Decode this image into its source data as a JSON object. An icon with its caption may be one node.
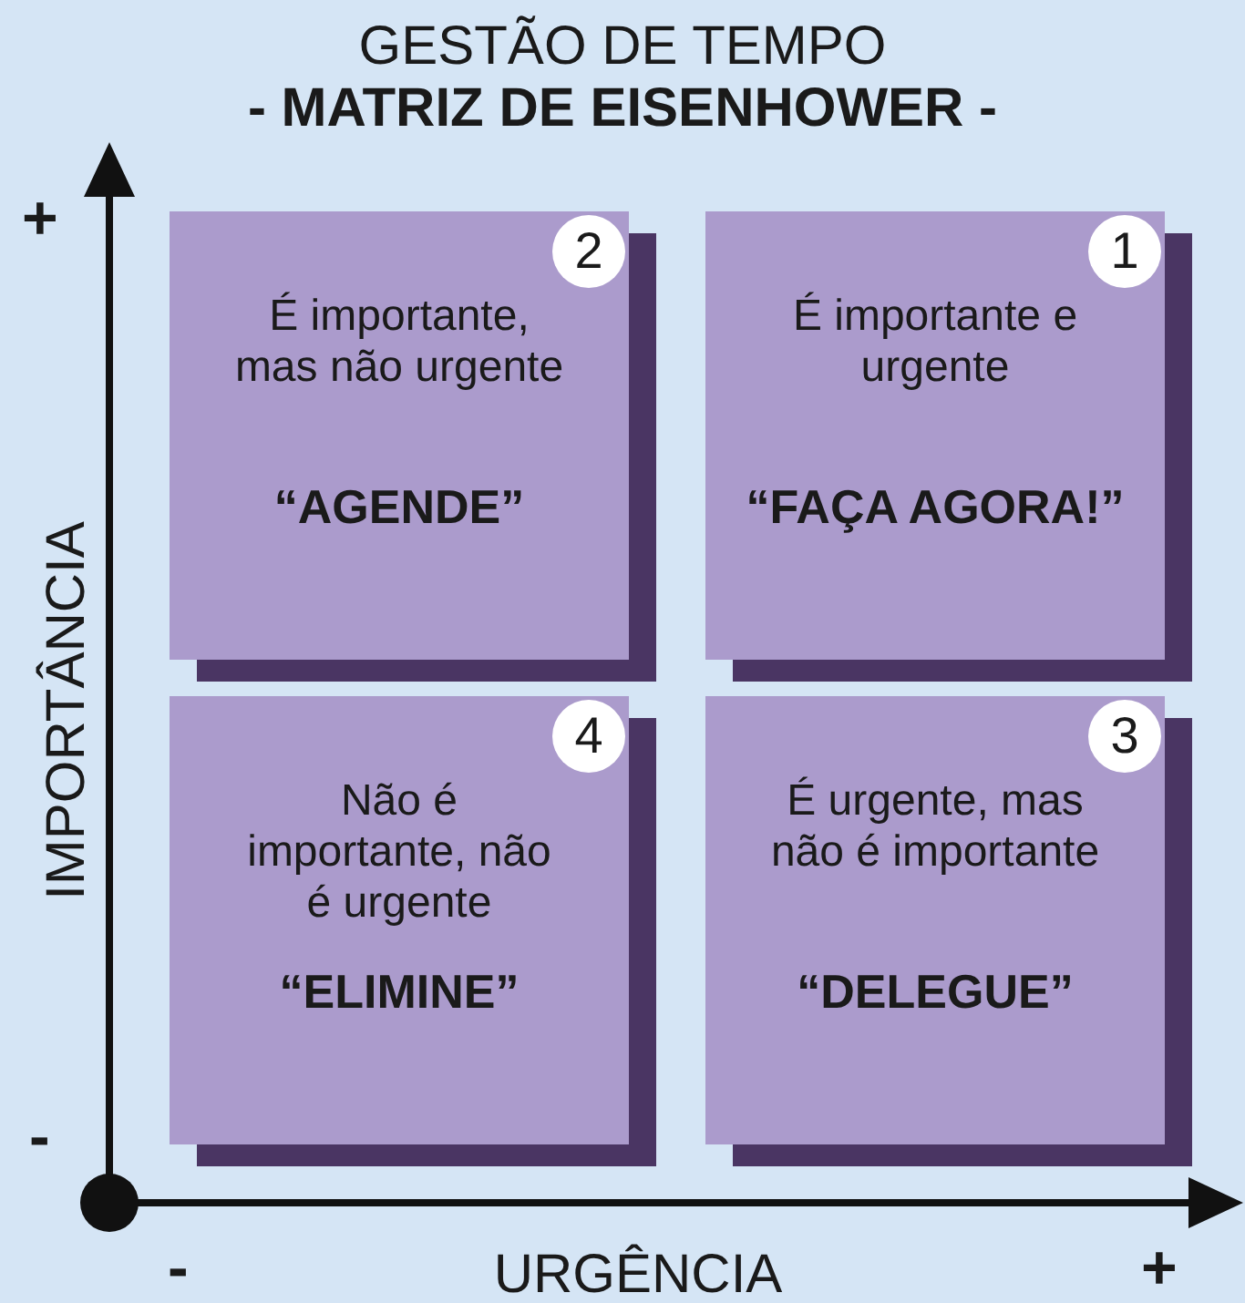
{
  "diagram": {
    "title": "GESTÃO DE TEMPO",
    "nodes": [
      {
        "text": [
          "2",
          "É importante, mas não urgente",
          "“AGENDE”"
        ]
      },
      {
        "text": [
          "1",
          "É importante e urgente",
          "“FAÇA AGORA!”"
        ]
      },
      {
        "text": [
          "4",
          "Não é importante, não é urgente",
          "“ELIMINE”"
        ]
      },
      {
        "text": [
          "3",
          "É urgente, mas não é importante",
          "“DELEGUE”"
        ]
      }
    ],
    "edges": [],
    "labels": [
      "- MATRIZ DE EISENHOWER -",
      "+",
      "IMPORTÂNCIA",
      "-",
      "-",
      "URGÊNCIA",
      "+"
    ]
  }
}
